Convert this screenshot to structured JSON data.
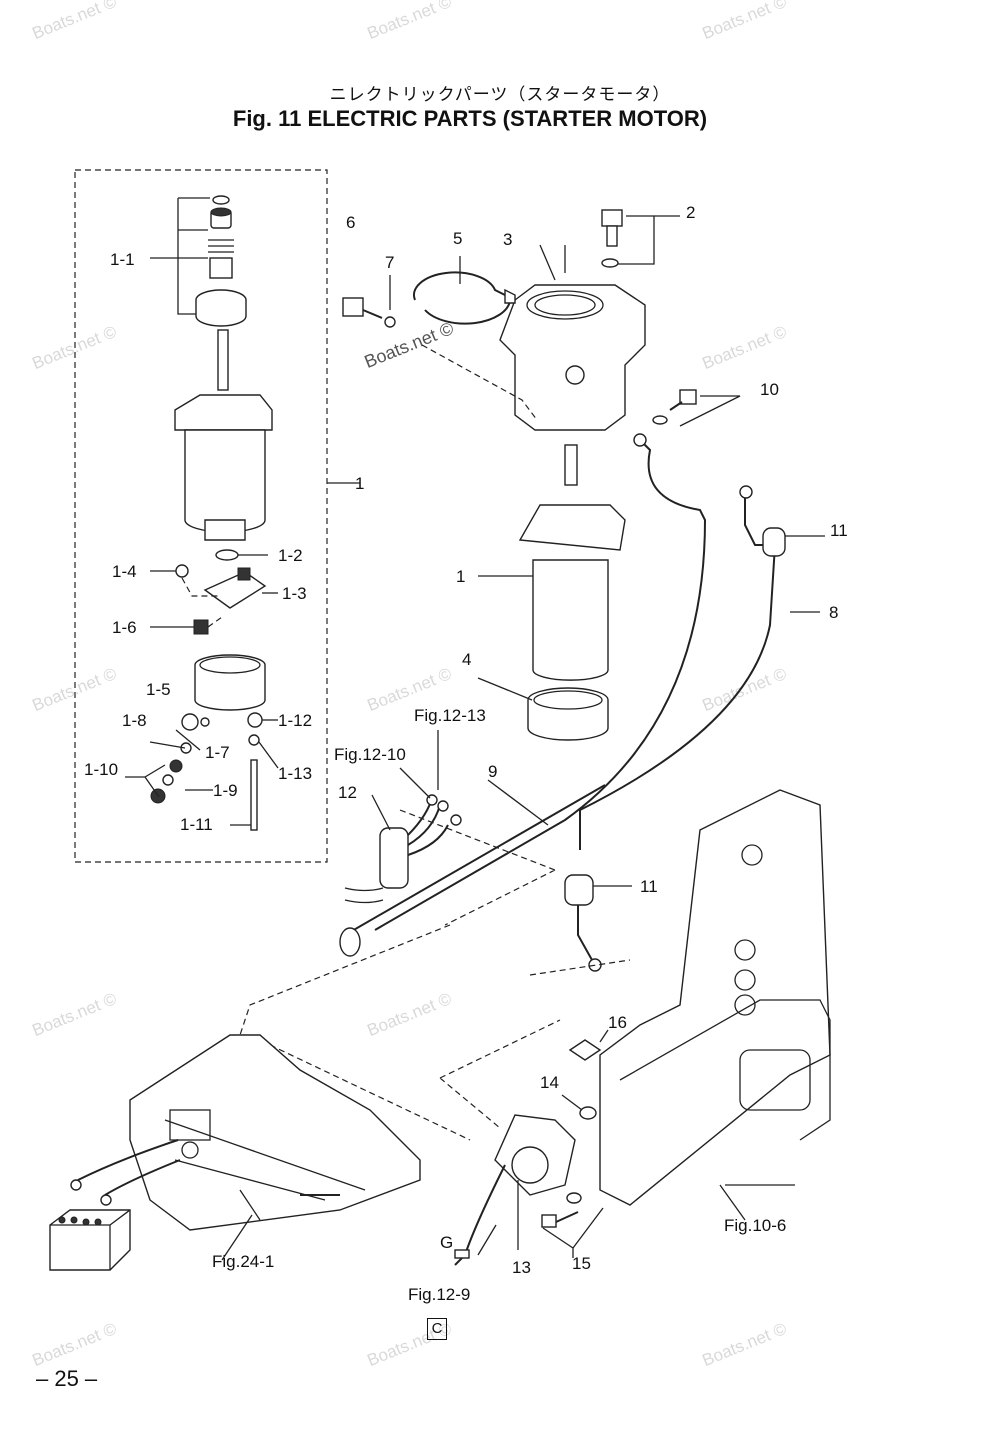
{
  "title_jp": "ニレクトリックパーツ（スタータモータ）",
  "title_en": "Fig. 11   ELECTRIC PARTS   (STARTER MOTOR)",
  "watermark": "Boats.net ©",
  "page_number": "– 25 –",
  "section_mark": "C",
  "callouts": {
    "p1_1": "1-1",
    "p1_2": "1-2",
    "p1_3": "1-3",
    "p1_4": "1-4",
    "p1_5": "1-5",
    "p1_6": "1-6",
    "p1_7": "1-7",
    "p1_8": "1-8",
    "p1_9": "1-9",
    "p1_10": "1-10",
    "p1_11": "1-11",
    "p1_12": "1-12",
    "p1_13": "1-13",
    "p1_kit": "1",
    "p1_motor": "1",
    "p2": "2",
    "p3": "3",
    "p4": "4",
    "p5": "5",
    "p6": "6",
    "p7": "7",
    "p8": "8",
    "p9": "9",
    "p10": "10",
    "p11_top": "11",
    "p11_bottom": "11",
    "p12": "12",
    "p13": "13",
    "p14": "14",
    "p15": "15",
    "p16": "16",
    "pG": "G"
  },
  "fig_refs": {
    "fig12_13": "Fig.12-13",
    "fig12_10": "Fig.12-10",
    "fig24_1": "Fig.24-1",
    "fig10_6": "Fig.10-6",
    "fig12_9": "Fig.12-9"
  }
}
